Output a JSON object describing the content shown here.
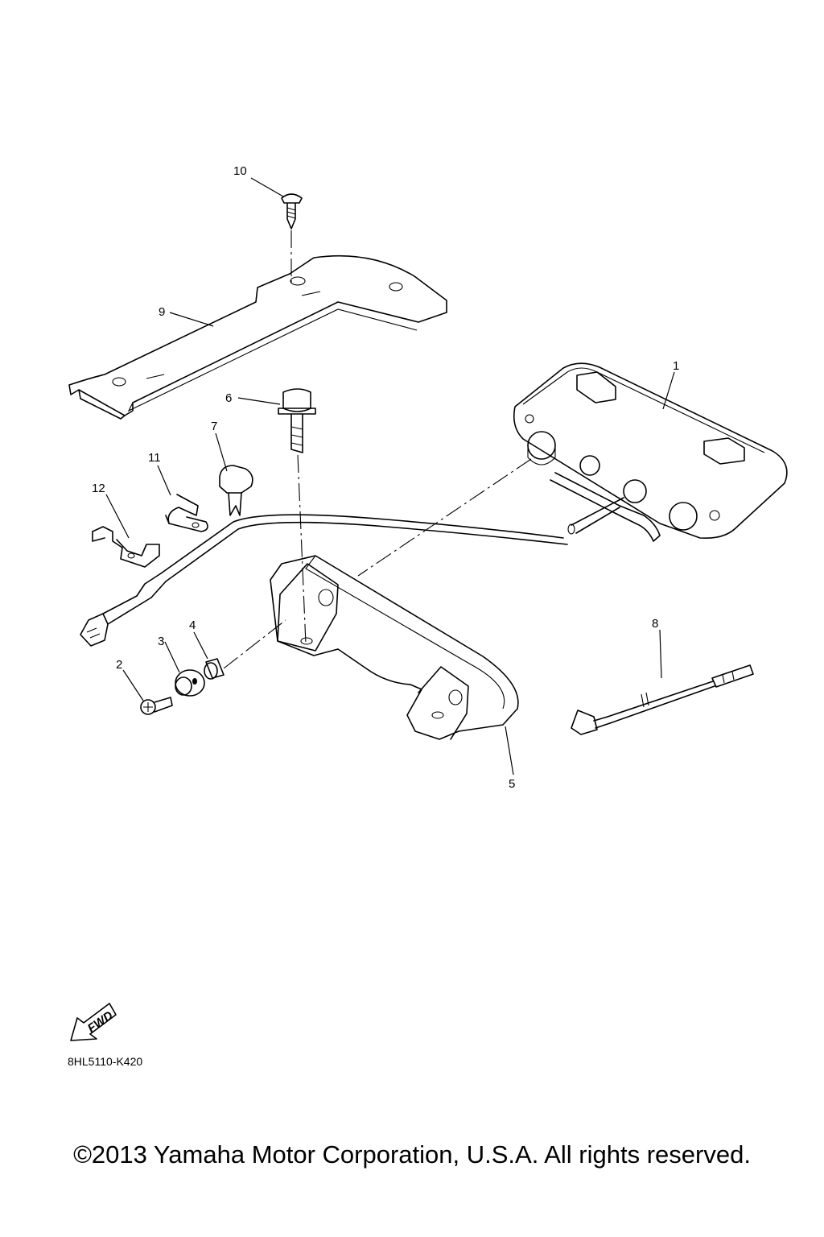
{
  "diagram": {
    "callouts": {
      "c1": "1",
      "c2": "2",
      "c3": "3",
      "c4": "4",
      "c5": "5",
      "c6": "6",
      "c7": "7",
      "c8": "8",
      "c9": "9",
      "c10": "10",
      "c11": "11",
      "c12": "12"
    },
    "fwd_label": "FWD",
    "drawing_code": "8HL5110-K420"
  },
  "footer": {
    "copyright": "©2013 Yamaha Motor Corporation, U.S.A. All rights reserved."
  }
}
